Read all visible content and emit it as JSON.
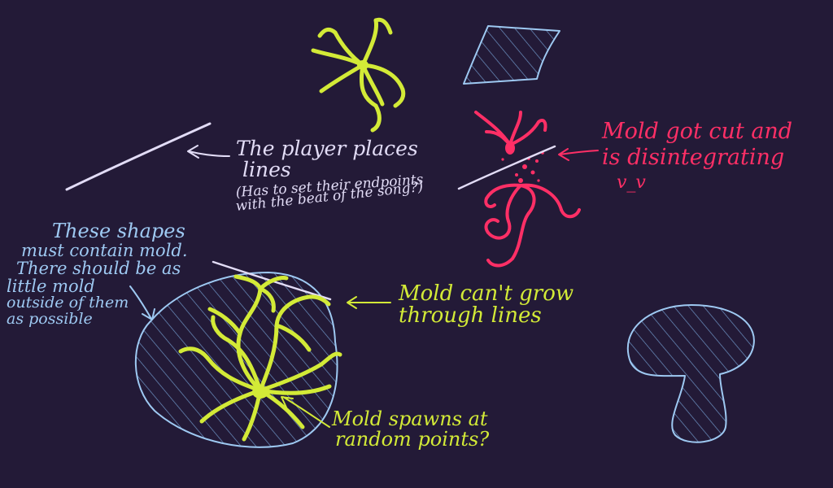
{
  "notes": {
    "player_lines": {
      "line1": "The player places",
      "line2": "lines",
      "sub1": "(Has to set their endpoints",
      "sub2": "with the beat of the song?)"
    },
    "mold_cut": {
      "line1": "Mold got cut and",
      "line2": "is disintegrating",
      "face": "v_v"
    },
    "shapes": {
      "line1": "These shapes",
      "line2": "must contain mold.",
      "line3": "There should be as",
      "line4": "little mold",
      "line5": "outside of them",
      "line6": "as possible"
    },
    "cant_grow": {
      "line1": "Mold can't grow",
      "line2": "through lines"
    },
    "spawns": {
      "line1": "Mold spawns at",
      "line2": "random points?"
    }
  },
  "colors": {
    "background": "#231a37",
    "blue": "#9ec9f2",
    "lime": "#d3ea37",
    "red": "#ff2f66",
    "lavender": "#e2dcf6"
  }
}
